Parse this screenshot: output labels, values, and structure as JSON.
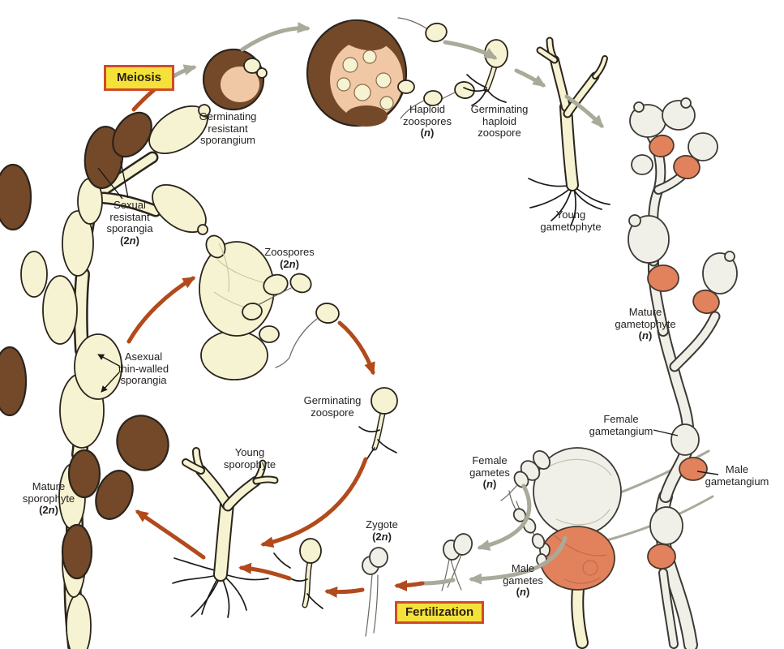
{
  "process_boxes": {
    "meiosis": "Meiosis",
    "fertilization": "Fertilization"
  },
  "labels": {
    "germinating_resistant_sporangium": {
      "lines": [
        "Germinating",
        "resistant",
        "sporangium"
      ]
    },
    "haploid_zoospores": {
      "lines": [
        "Haploid",
        "zoospores",
        "(n)"
      ]
    },
    "germinating_haploid_zoospore": {
      "lines": [
        "Germinating",
        "haploid",
        "zoospore"
      ]
    },
    "young_gametophyte": {
      "lines": [
        "Young",
        "gametophyte"
      ]
    },
    "mature_gametophyte": {
      "lines": [
        "Mature",
        "gametophyte",
        "(n)"
      ]
    },
    "female_gametangium": {
      "lines": [
        "Female",
        "gametangium"
      ]
    },
    "male_gametangium": {
      "lines": [
        "Male",
        "gametangium"
      ]
    },
    "female_gametes": {
      "lines": [
        "Female",
        "gametes",
        "(n)"
      ]
    },
    "male_gametes": {
      "lines": [
        "Male",
        "gametes",
        "(n)"
      ]
    },
    "zygote": {
      "lines": [
        "Zygote",
        "(2n)"
      ]
    },
    "young_sporophyte": {
      "lines": [
        "Young",
        "sporophyte"
      ]
    },
    "germinating_zoospore": {
      "lines": [
        "Germinating",
        "zoospore"
      ]
    },
    "zoospores_diploid": {
      "lines": [
        "Zoospores",
        "(2n)"
      ]
    },
    "asexual_sporangia": {
      "lines": [
        "Asexual",
        "thin-walled",
        "sporangia"
      ]
    },
    "sexual_sporangia": {
      "lines": [
        "Sexual",
        "resistant",
        "sporangia",
        "(2n)"
      ]
    },
    "mature_sporophyte": {
      "lines": [
        "Mature",
        "sporophyte",
        "(2n)"
      ]
    }
  },
  "colors": {
    "background": "#ffffff",
    "sporangium_brown": "#73492a",
    "hypha_cream": "#f6f3d2",
    "interior_peach": "#f0c8a6",
    "gametangium_salmon": "#e2825d",
    "gametophyte_white": "#f1f0e8",
    "haploid_arrow_grey": "#a9aa99",
    "diploid_arrow_red": "#b24a1c",
    "label_text": "#262220",
    "box_fill_yellow": "#f4e23b",
    "box_border_red": "#d04b28"
  }
}
